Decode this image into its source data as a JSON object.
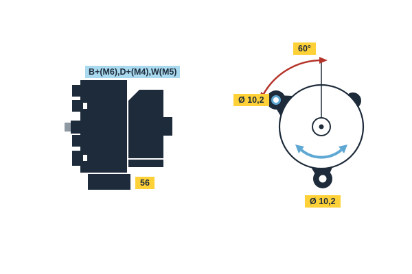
{
  "title": "Alternator technical line drawing, side view and drive-end view",
  "colors": {
    "background": "#ffffff",
    "ink": "#1e2b3a",
    "label_blue": "#a9d9ee",
    "label_yellow": "#ffd138",
    "arrow_red": "#b5342a",
    "arrow_blue": "#5fa8d3",
    "stud_gray": "#8e99a4"
  },
  "side_view": {
    "terminals_label": "B+(M6),D+(M4),W(M5)",
    "foot_label": "56"
  },
  "end_view": {
    "angle_label": "60°",
    "top_hole_label": "Ø 10,2",
    "bottom_hole_label": "Ø 10,2"
  }
}
